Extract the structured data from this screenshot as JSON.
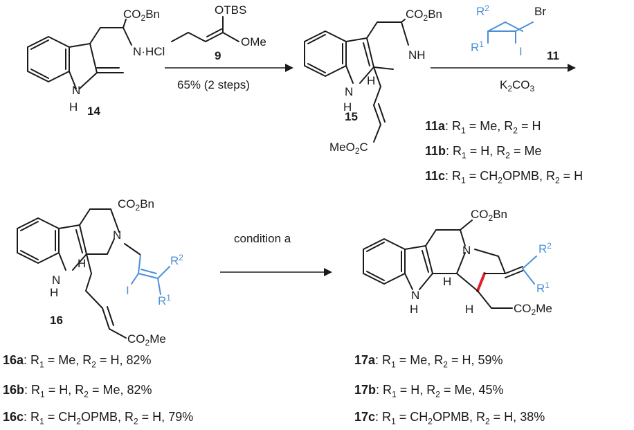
{
  "compounds": {
    "c14": {
      "id": "14",
      "salt": "N·HCl",
      "ester": "CO2Bn"
    },
    "c9": {
      "id": "9",
      "otbs": "OTBS",
      "ome": "OMe"
    },
    "c15": {
      "id": "15",
      "ester": "CO2Bn",
      "ester2": "MeO2C"
    },
    "c11": {
      "id": "11",
      "br": "Br",
      "i": "I",
      "r1": "R1",
      "r2": "R2"
    },
    "c16": {
      "id": "16",
      "ester": "CO2Bn",
      "ester2": "CO2Me",
      "i": "I"
    },
    "c17": {
      "ester": "CO2Bn",
      "ester2": "CO2Me"
    }
  },
  "conditions": {
    "step1_yield": "65% (2 steps)",
    "step2_reagent": "K2CO3",
    "step3": "condition a"
  },
  "variants_11": [
    {
      "id": "11a",
      "r1": "Me",
      "r2": "H"
    },
    {
      "id": "11b",
      "r1": "H",
      "r2": "Me"
    },
    {
      "id": "11c",
      "r1": "CH2OPMB",
      "r2": "H"
    }
  ],
  "variants_16": [
    {
      "id": "16a",
      "r1": "Me",
      "r2": "H",
      "yield": "82%"
    },
    {
      "id": "16b",
      "r1": "H",
      "r2": "Me",
      "yield": "82%"
    },
    {
      "id": "16c",
      "r1": "CH2OPMB",
      "r2": "H",
      "yield": "79%"
    }
  ],
  "variants_17": [
    {
      "id": "17a",
      "r1": "Me",
      "r2": "H",
      "yield": "59%"
    },
    {
      "id": "17b",
      "r1": "H",
      "r2": "Me",
      "yield": "45%"
    },
    {
      "id": "17c",
      "r1": "CH2OPMB",
      "r2": "H",
      "yield": "38%"
    }
  ],
  "colors": {
    "highlight": "#4a90d9",
    "new_bond": "#e0202a"
  }
}
